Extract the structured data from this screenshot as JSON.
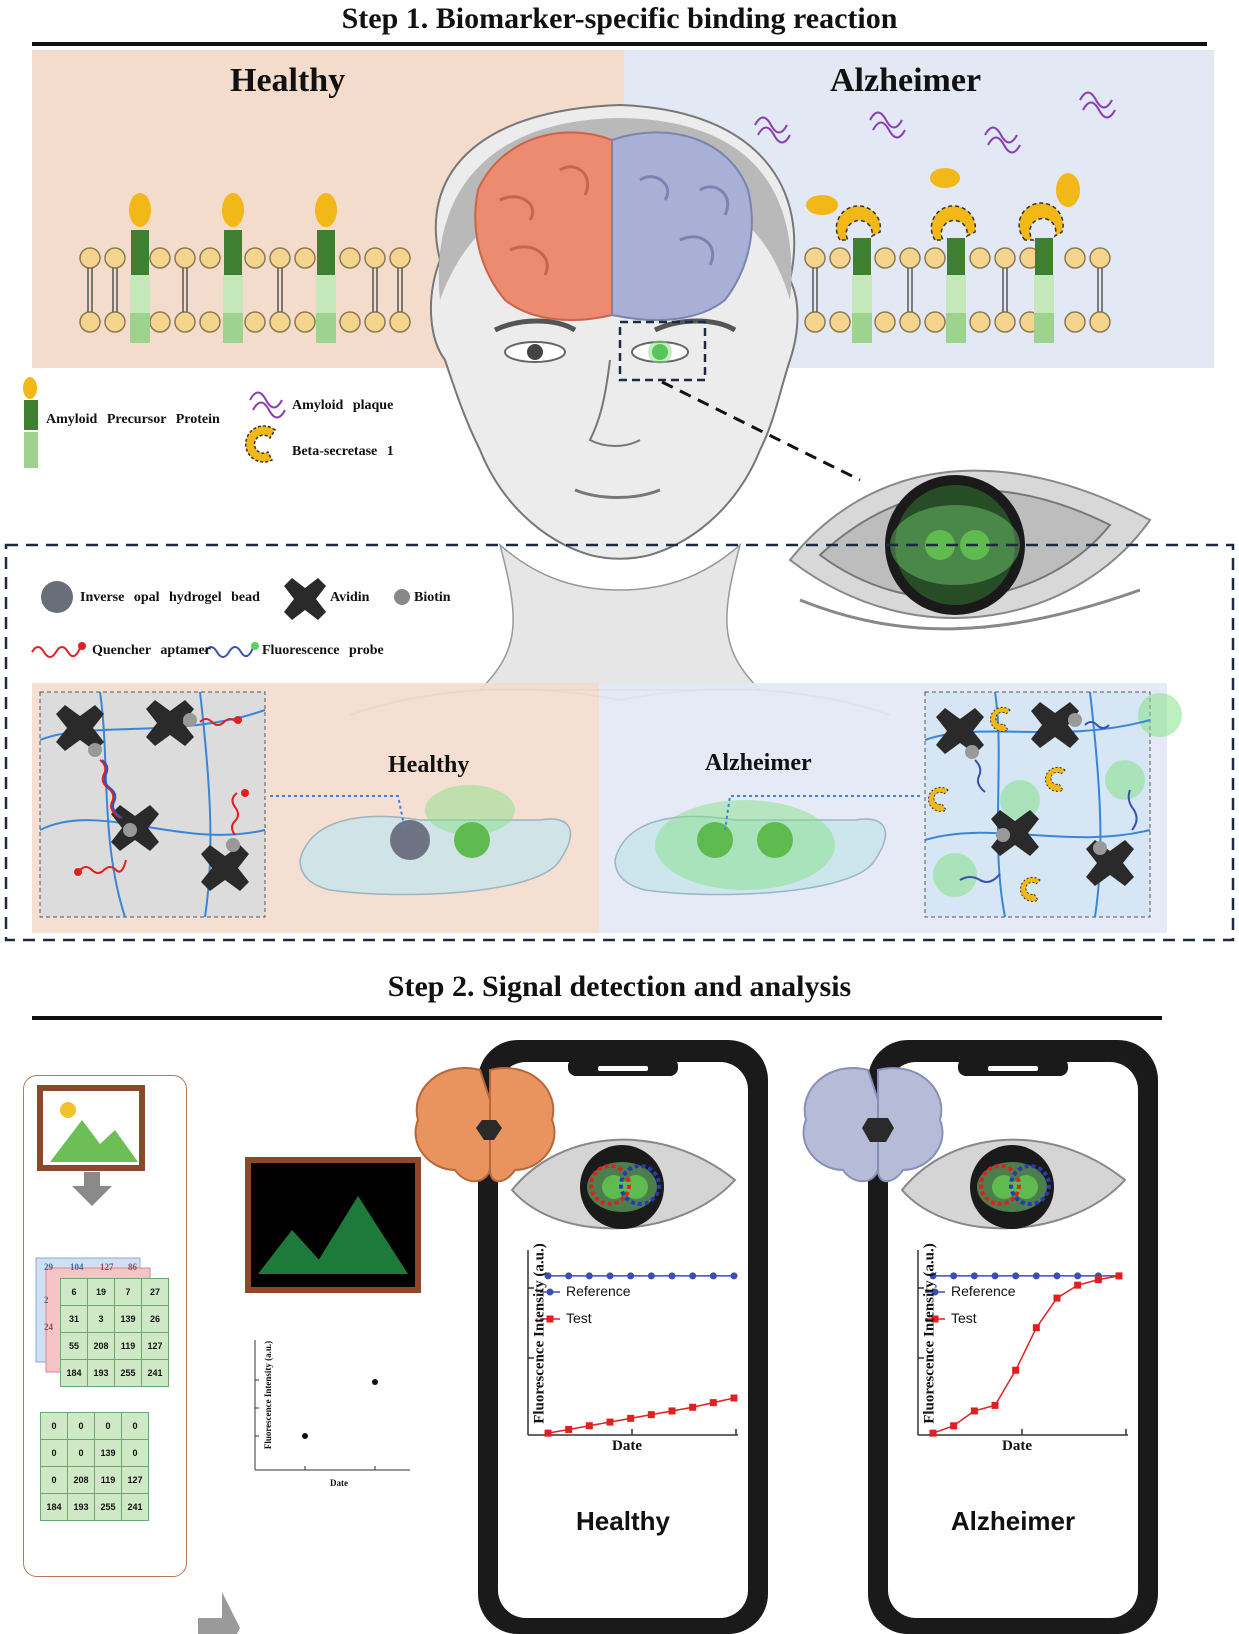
{
  "step1": {
    "title": "Step 1. Biomarker-specific binding reaction",
    "healthy_label": "Healthy",
    "alzheimer_label": "Alzheimer"
  },
  "legend_top": {
    "app": "Amyloid Precursor Protein",
    "plaque": "Amyloid plaque",
    "bace": "Beta-secretase 1"
  },
  "legend_box": {
    "bead": "Inverse opal hydrogel bead",
    "avidin": "Avidin",
    "biotin": "Biotin",
    "quencher": "Quencher aptamer",
    "probe": "Fluorescence probe"
  },
  "zoom": {
    "healthy_label": "Healthy",
    "alzheimer_label": "Alzheimer"
  },
  "step2": {
    "title": "Step 2. Signal detection and analysis"
  },
  "matrix_front": [
    [
      "6",
      "19",
      "7",
      "27"
    ],
    [
      "31",
      "3",
      "139",
      "26"
    ],
    [
      "55",
      "208",
      "119",
      "127"
    ],
    [
      "184",
      "193",
      "255",
      "241"
    ]
  ],
  "matrix_back_fragments": [
    "29",
    "104",
    "127",
    "86",
    "2",
    "24"
  ],
  "matrix_result": [
    [
      "0",
      "0",
      "0",
      "0"
    ],
    [
      "0",
      "0",
      "139",
      "0"
    ],
    [
      "0",
      "208",
      "119",
      "127"
    ],
    [
      "184",
      "193",
      "255",
      "241"
    ]
  ],
  "mini_chart": {
    "ylabel": "Fluorescence Intensity (a.u.)",
    "xlabel": "Date"
  },
  "phones": [
    {
      "label": "Healthy",
      "ylabel": "Fluorescence Intensity (a.u.)",
      "xlabel": "Date",
      "legend_ref": "Reference",
      "legend_test": "Test"
    },
    {
      "label": "Alzheimer",
      "ylabel": "Fluorescence Intensity (a.u.)",
      "xlabel": "Date",
      "legend_ref": "Reference",
      "legend_test": "Test"
    }
  ],
  "chart_data": [
    {
      "type": "line",
      "title": "",
      "xlabel": "Date",
      "ylabel": "Fluorescence Intensity (a.u.)",
      "x": [
        0,
        1,
        2,
        3,
        4,
        5,
        6,
        7,
        8,
        9
      ],
      "ylim": [
        0,
        10
      ],
      "series": [
        {
          "name": "Reference",
          "color": "#3a4fb0",
          "values": [
            8.6,
            8.6,
            8.6,
            8.6,
            8.6,
            8.6,
            8.6,
            8.6,
            8.6,
            8.6
          ]
        },
        {
          "name": "Test",
          "color": "#e02020",
          "values": [
            0.1,
            0.3,
            0.5,
            0.7,
            0.9,
            1.1,
            1.3,
            1.5,
            1.75,
            2.0
          ]
        }
      ]
    },
    {
      "type": "line",
      "title": "",
      "xlabel": "Date",
      "ylabel": "Fluorescence Intensity (a.u.)",
      "x": [
        0,
        1,
        2,
        3,
        4,
        5,
        6,
        7,
        8,
        9
      ],
      "ylim": [
        0,
        10
      ],
      "series": [
        {
          "name": "Reference",
          "color": "#3a4fb0",
          "values": [
            8.6,
            8.6,
            8.6,
            8.6,
            8.6,
            8.6,
            8.6,
            8.6,
            8.6,
            8.6
          ]
        },
        {
          "name": "Test",
          "color": "#e02020",
          "values": [
            0.1,
            0.5,
            1.3,
            1.6,
            3.5,
            5.8,
            7.4,
            8.1,
            8.4,
            8.6
          ]
        }
      ]
    }
  ],
  "colors": {
    "healthy_bg": "#f4dccd",
    "alz_bg": "#e3e8f5",
    "brain_healthy": "#ec8b6f",
    "brain_alz": "#a9b0d6",
    "app_yellow": "#f2b817",
    "app_dark": "#3f7f32",
    "app_light": "#9dd38f"
  }
}
